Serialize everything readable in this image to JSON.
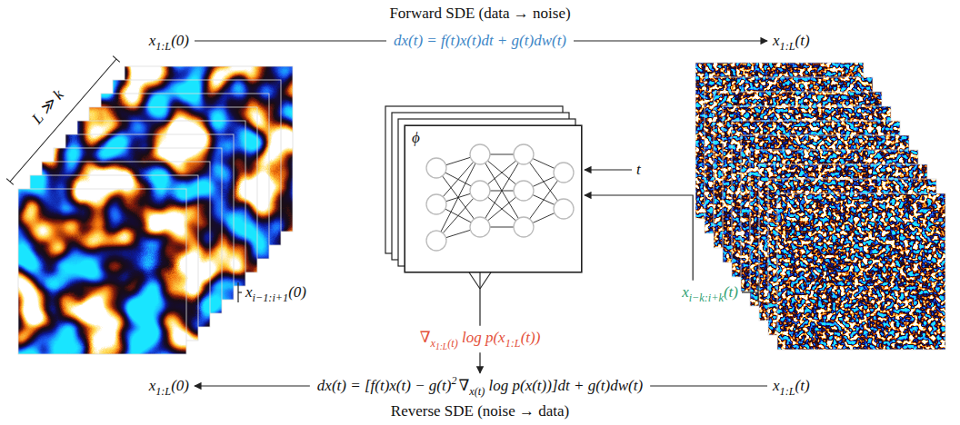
{
  "diagram": {
    "nodes": [
      {
        "text": [
          "ϕ"
        ]
      }
    ],
    "labels": [
      "Forward SDE (data → noise)",
      "x",
      "1:L",
      "(0)",
      "dx(t) = f(t)x(t)dt + g(t)dw(t)",
      "x",
      "1:L",
      "(t)",
      "L ≫ k",
      "x",
      "i−1:i+1",
      "(0)",
      "t",
      "x",
      "i−k:i+k",
      "(t)",
      "∇",
      "x",
      "1:L",
      "(t)",
      "log p(x",
      "1:L",
      "(t))",
      "x",
      "1:L",
      "(0)",
      "dx(t) = [f(t)x(t) − g(t)",
      "2",
      "∇",
      "x(t)",
      "log p(x(t))]dt + g(t)dw(t)",
      "x",
      "1:L",
      "(t)",
      "Reverse SDE (noise → data)"
    ]
  }
}
